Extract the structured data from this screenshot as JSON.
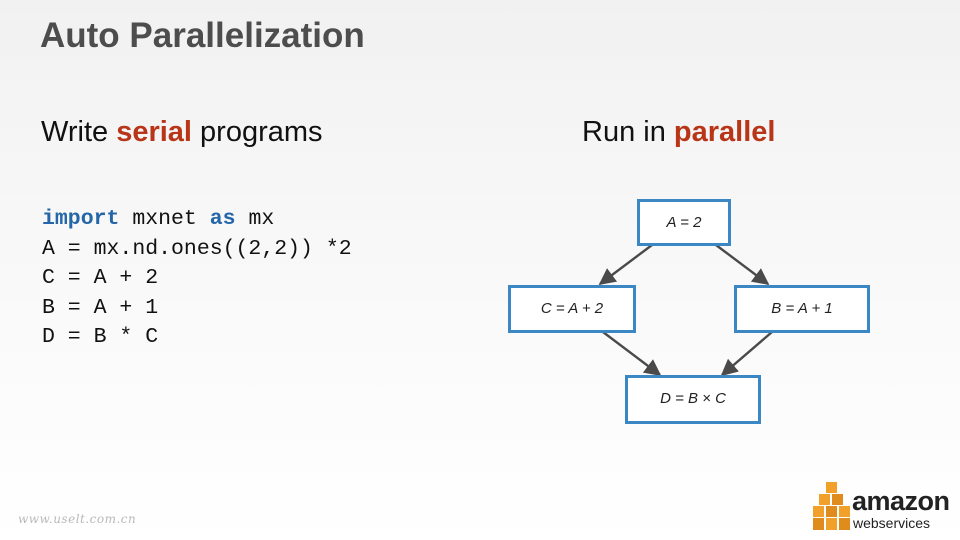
{
  "title": "Auto Parallelization",
  "left_heading": {
    "prefix": "Write ",
    "highlight": "serial",
    "suffix": " programs"
  },
  "right_heading": {
    "prefix": "Run in ",
    "highlight": "parallel"
  },
  "code": [
    {
      "keyword": "import",
      "text": " mxnet ",
      "keyword2": "as",
      "text2": " mx"
    },
    {
      "text": "A = mx.nd.ones((2,2)) *2"
    },
    {
      "text": "C = A + 2"
    },
    {
      "text": "B = A + 1"
    },
    {
      "text": "D = B * C"
    }
  ],
  "diagram": {
    "nodes": [
      {
        "id": "a",
        "label": "A = 2"
      },
      {
        "id": "c",
        "label": "C = A + 2"
      },
      {
        "id": "b",
        "label": "B = A + 1"
      },
      {
        "id": "d",
        "label": "D = B × C"
      }
    ],
    "edges": [
      {
        "from": "a",
        "to": "c"
      },
      {
        "from": "a",
        "to": "b"
      },
      {
        "from": "c",
        "to": "d"
      },
      {
        "from": "b",
        "to": "d"
      }
    ],
    "colors": {
      "node_border": "#3b87c4",
      "arrow": "#4a4a4a"
    }
  },
  "watermark": "www.uselt.com.cn",
  "logo": {
    "word1": "amazon",
    "word2": "webservices"
  },
  "colors": {
    "highlight": "#b83518",
    "keyword": "#2566a8",
    "title": "#4d4d4d",
    "logo_orange": "#f1a12a"
  }
}
